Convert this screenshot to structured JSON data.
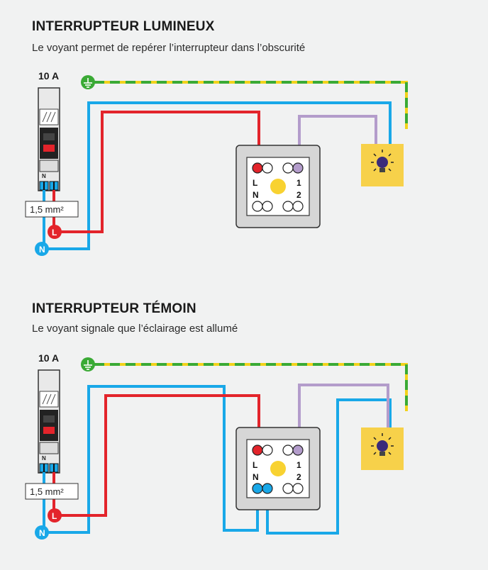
{
  "diagrams": [
    {
      "title": "INTERRUPTEUR LUMINEUX",
      "subtitle": "Le voyant permet de repérer l’interrupteur dans l’obscurité",
      "breaker_rating": "10 A",
      "cable_section": "1,5 mm²",
      "terminal_L": "L",
      "terminal_N": "N",
      "terminal_1": "1",
      "terminal_2": "2",
      "phase_marker": "L",
      "neutral_marker": "N",
      "breaker_n": "N"
    },
    {
      "title": "INTERRUPTEUR TÉMOIN",
      "subtitle": "Le voyant signale que l’éclairage est allumé",
      "breaker_rating": "10 A",
      "cable_section": "1,5 mm²",
      "terminal_L": "L",
      "terminal_N": "N",
      "terminal_1": "1",
      "terminal_2": "2",
      "phase_marker": "L",
      "neutral_marker": "N",
      "breaker_n": "N"
    }
  ],
  "colors": {
    "background": "#f1f2f2",
    "phase": "#e3242b",
    "neutral": "#19a8e8",
    "earth_green": "#3aaa35",
    "earth_yellow": "#f2d21b",
    "return": "#b39ccb",
    "lamp_bg": "#f7d14a",
    "indicator": "#f8d231"
  },
  "icons": [
    "earth-icon",
    "lamp-icon",
    "breaker-icon",
    "switch-icon"
  ]
}
